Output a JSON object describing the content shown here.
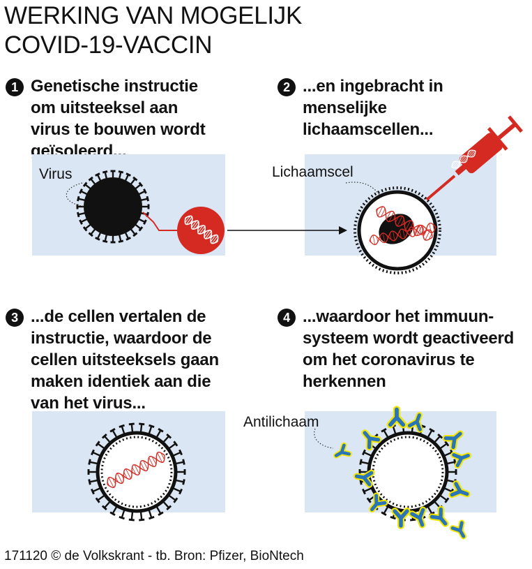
{
  "title": [
    "WERKING VAN MOGELIJK",
    "COVID-19-VACCIN"
  ],
  "steps": [
    {
      "num": "1",
      "lines": [
        "Genetische instructie",
        "om uitsteeksel aan",
        "virus te bouwen wordt",
        "geïsoleerd..."
      ]
    },
    {
      "num": "2",
      "lines": [
        "...en ingebracht in",
        "menselijke",
        "lichaamscellen..."
      ]
    },
    {
      "num": "3",
      "lines": [
        "...de cellen vertalen de",
        "instructie, waardoor de",
        "cellen uitsteeksels gaan",
        "maken identiek aan die",
        "van het virus..."
      ]
    },
    {
      "num": "4",
      "lines": [
        "...waardoor het immuun-",
        "systeem wordt geactiveerd",
        "om het coronavirus te",
        "herkennen"
      ]
    }
  ],
  "labels": {
    "virus": "Virus",
    "cell": "Lichaamscel",
    "antibody": "Antilichaam"
  },
  "credit": "171120 © de Volkskrant - tb. Bron: Pfizer, BioNtech",
  "colors": {
    "panel": "#dbe6f4",
    "red": "#d42a22",
    "antibody_blue": "#2a74b8",
    "antibody_yellow": "#f2e600",
    "ink": "#111111"
  },
  "icons": [
    "virus-icon",
    "dna-icon",
    "syringe-icon",
    "cell-icon",
    "antibody-icon",
    "arrow-icon"
  ]
}
